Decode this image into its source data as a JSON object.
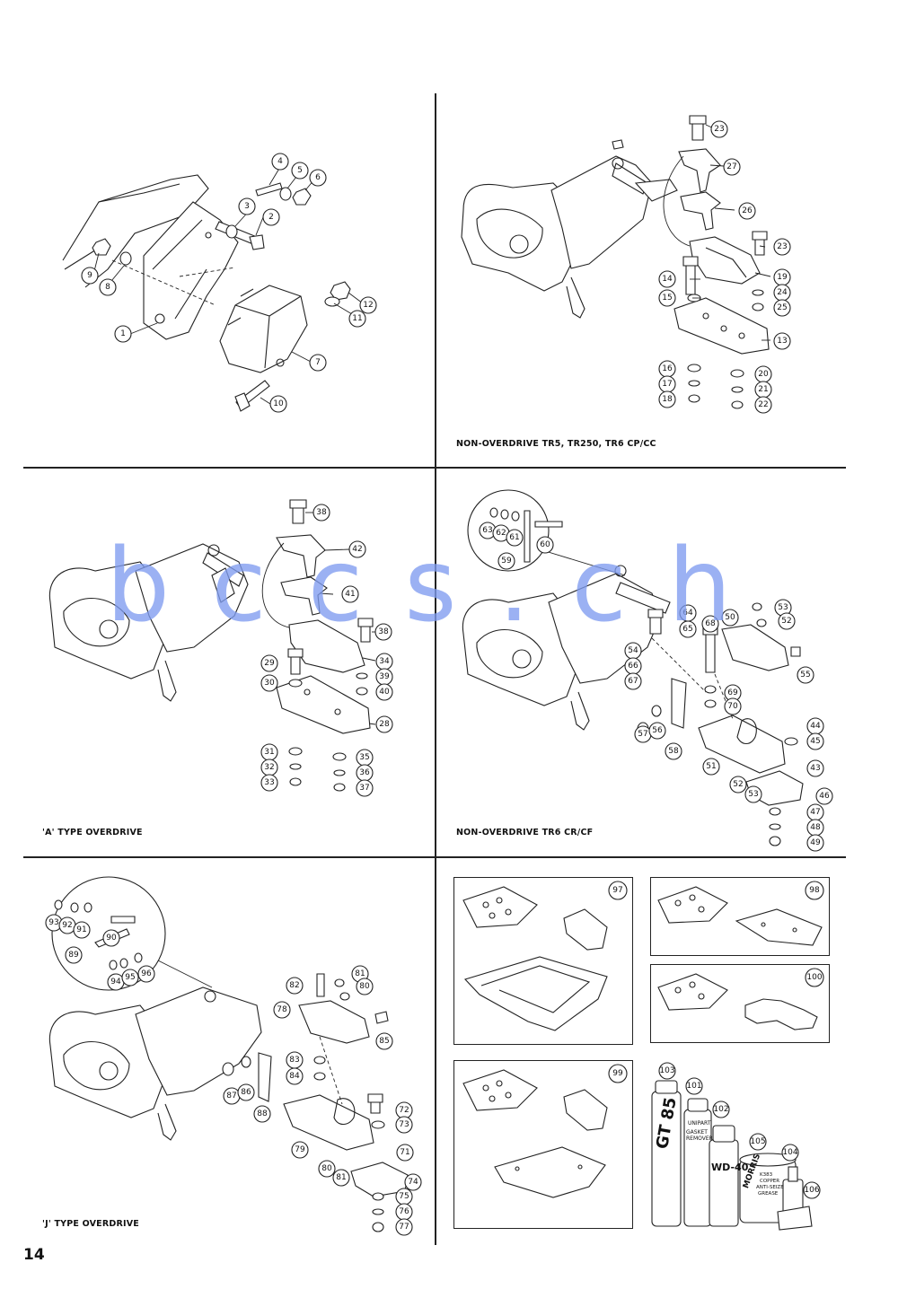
{
  "page_number": "14",
  "watermark": "bccs.ch",
  "watermark_color": "#7f9cf0",
  "sections": [
    {
      "id": "top-left",
      "caption": "",
      "callouts": [
        "1",
        "2",
        "3",
        "4",
        "5",
        "6",
        "7",
        "8",
        "9",
        "10",
        "11",
        "12"
      ]
    },
    {
      "id": "top-right",
      "caption": "NON-OVERDRIVE TR5, TR250, TR6 CP/CC",
      "callouts": [
        "13",
        "14",
        "15",
        "16",
        "17",
        "18",
        "19",
        "20",
        "21",
        "22",
        "23",
        "24",
        "25",
        "26",
        "27"
      ]
    },
    {
      "id": "middle-left",
      "caption": "'A' TYPE OVERDRIVE",
      "callouts": [
        "28",
        "29",
        "30",
        "31",
        "32",
        "33",
        "34",
        "35",
        "36",
        "37",
        "38",
        "39",
        "40",
        "41",
        "42"
      ]
    },
    {
      "id": "middle-right",
      "caption": "NON-OVERDRIVE TR6 CR/CF",
      "callouts": [
        "43",
        "44",
        "45",
        "46",
        "47",
        "48",
        "49",
        "50",
        "51",
        "52",
        "53",
        "54",
        "55",
        "56",
        "57",
        "58",
        "59",
        "60",
        "61",
        "62",
        "63",
        "64",
        "65",
        "66",
        "67",
        "68",
        "69",
        "70"
      ]
    },
    {
      "id": "bottom-left",
      "caption": "'J' TYPE OVERDRIVE",
      "callouts": [
        "71",
        "72",
        "73",
        "74",
        "75",
        "76",
        "77",
        "78",
        "79",
        "80",
        "81",
        "82",
        "83",
        "84",
        "85",
        "86",
        "87",
        "88",
        "89",
        "90",
        "91",
        "92",
        "93",
        "94",
        "95",
        "96"
      ]
    },
    {
      "id": "bottom-right",
      "caption": "",
      "kits": [
        "97",
        "98",
        "99",
        "100"
      ],
      "products": [
        "101",
        "102",
        "103",
        "104",
        "105",
        "106"
      ]
    }
  ],
  "product_labels": {
    "p101": "GASKET REMOVER",
    "p101_brand": "UNIPART",
    "p102": "WD-40",
    "p103": "GT 85",
    "p105_brand": "MORRIS",
    "p105_line1": "K383",
    "p105_line2": "COPPER",
    "p105_line3": "ANTI-SEIZE",
    "p105_line4": "GREASE"
  }
}
